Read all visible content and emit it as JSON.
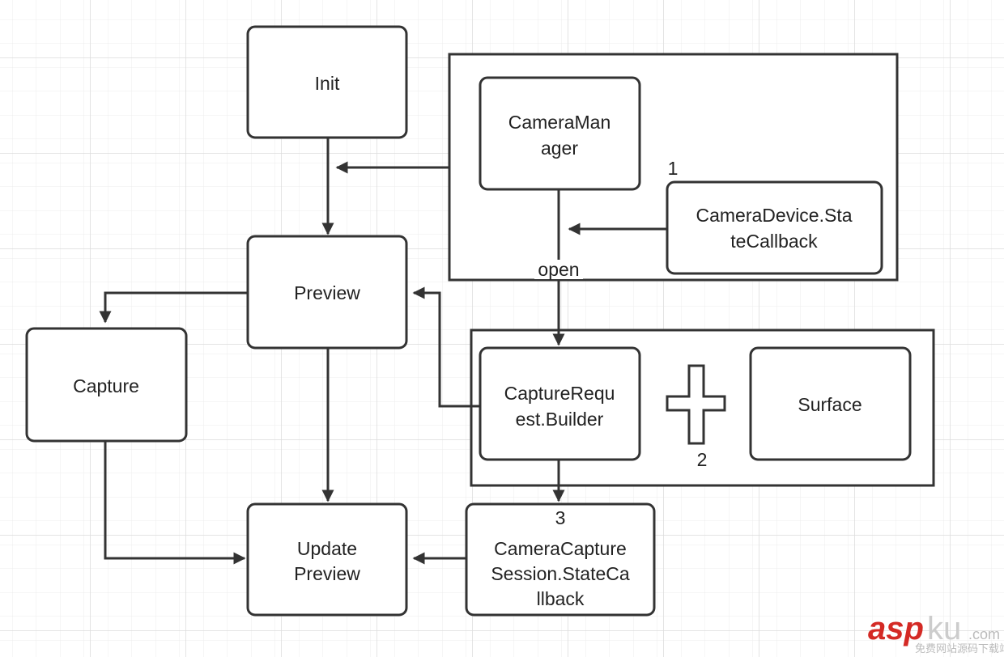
{
  "diagram": {
    "nodes": {
      "init": [
        "Init"
      ],
      "camera_manager": [
        "CameraMan",
        "ager"
      ],
      "state_callback": [
        "CameraDevice.Sta",
        "teCallback"
      ],
      "preview": [
        "Preview"
      ],
      "capture": [
        "Capture"
      ],
      "capture_request": [
        "CaptureRequ",
        "est.Builder"
      ],
      "surface": [
        "Surface"
      ],
      "update_preview": [
        "Update",
        "Preview"
      ],
      "session_callback": [
        "3",
        "CameraCapture",
        "Session.StateCa",
        "llback"
      ]
    },
    "labels": {
      "step1": "1",
      "step2": "2",
      "open": "open"
    }
  },
  "watermark": {
    "brand": "asp",
    "brand2": "ku",
    "domain": ".com",
    "tagline": "免费网站源码下载站!"
  },
  "colors": {
    "stroke": "#333333",
    "grid": "#e8e8e8",
    "watermark": "#d42a25"
  }
}
